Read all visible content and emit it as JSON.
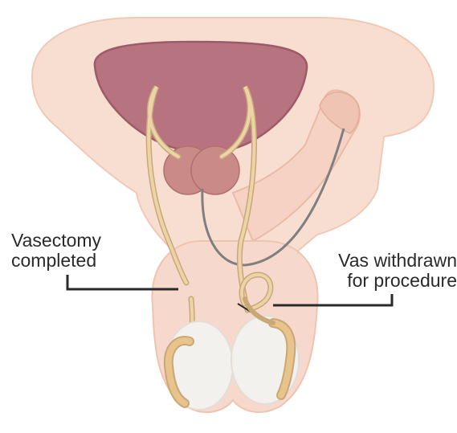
{
  "labels": {
    "vasectomy_completed": [
      "Vasectomy",
      "completed"
    ],
    "vas_withdrawn": [
      "Vas withdrawn",
      "for procedure"
    ]
  },
  "colors": {
    "background": "#ffffff",
    "skin": "#f8ded0",
    "skin_edge": "#f0c9b6",
    "bladder": "#b7737f",
    "bladder_dark": "#9d5b68",
    "prostate": "#c98a88",
    "vas": "#ecd3a8",
    "vas_edge": "#c9a877",
    "urethra": "#7f7f7f",
    "testis": "#f3f1ee",
    "epididymis": "#e8c48c",
    "callout_line": "#2a2a2a",
    "text": "#2a2a2a"
  },
  "icons": [
    "vasectomy-cut-end",
    "vas-loop"
  ]
}
